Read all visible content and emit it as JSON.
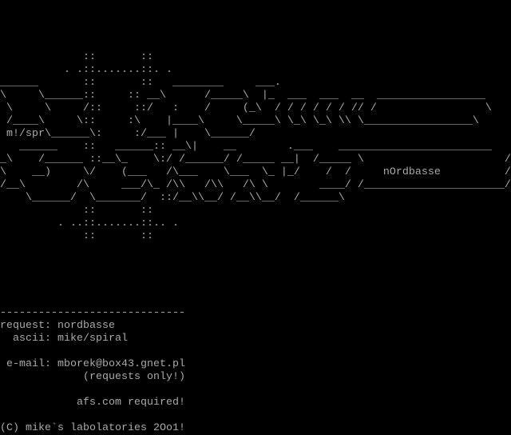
{
  "art": {
    "lines": [
      "             ::       ::",
      "          . .::.......::. .",
      "______       ::       ::   ________     ___.",
      "\\     \\______::     :: __\\      /_____\\  |_  ___  ___  __  _________________",
      " \\     \\     /::     ::/   :    /     (_\\  / / / / / / // /                 \\",
      " /____\\     \\::     :\\    |____\\     \\_____\\ \\_\\ \\_\\ \\\\ \\_________________\\",
      " m!/spr\\______\\:     :/___ |    \\______/",
      "   ______    ::   ______:: __\\|    __        .___    ________________________",
      "_\\    /______ ::__\\_    \\:/ /______/ /_____ __|  /_____ \\                      /",
      "\\    __)     \\/    (___   /\\___    \\___  \\_ |_/    /  /                        /",
      "/__\\        /\\     ___/\\_ /\\\\   /\\\\   /\\ \\        ____/ /______________________/",
      "    \\______/  \\_______/  ::/__\\\\__/ /__\\\\__/  /______\\",
      "             ::       ::",
      "         . ..::.......::.. .",
      "             ::       ::"
    ],
    "title": "nOrdbasse"
  },
  "info": {
    "divider": "-----------------------------",
    "request": "request: nordbasse",
    "ascii": "  ascii: mike/spiral",
    "email": " e-mail: mborek@box43.gnet.pl",
    "email_note": "             (requests only!)",
    "requirement": "            afs.com required!",
    "copyright": "(C) mike`s labolatories 2Oo1!"
  },
  "colors": {
    "background": "#000000",
    "text": "#aaaaaa"
  }
}
